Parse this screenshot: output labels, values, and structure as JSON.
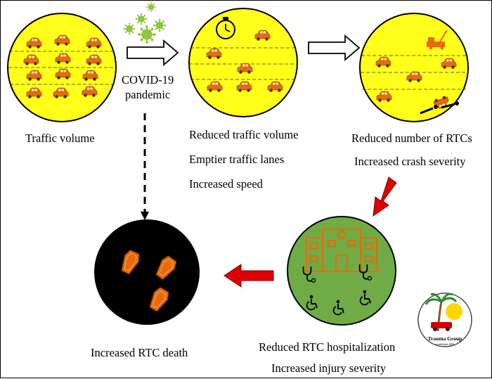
{
  "flow": {
    "traffic_volume": "Traffic volume",
    "pandemic_line1": "COVID-19",
    "pandemic_line2": "pandemic",
    "reduced_traffic": "Reduced traffic volume",
    "emptier_lanes": "Emptier traffic lanes",
    "increased_speed": "Increased speed",
    "reduced_rtcs": "Reduced number of RTCs",
    "increased_crash_severity": "Increased crash severity",
    "reduced_hospitalization": "Reduced RTC hospitalization",
    "increased_injury_severity": "Increased injury severity",
    "increased_death": "Increased RTC death"
  },
  "logo": {
    "text": "Trauma Group",
    "subtext": "established 2004"
  },
  "colors": {
    "traffic_circle": "#ffff1a",
    "hospital_circle": "#6fac46",
    "death_circle": "#000000",
    "car": "#e46c0a",
    "virus": "#8dc63f",
    "accident_arrow": "#e00000"
  }
}
